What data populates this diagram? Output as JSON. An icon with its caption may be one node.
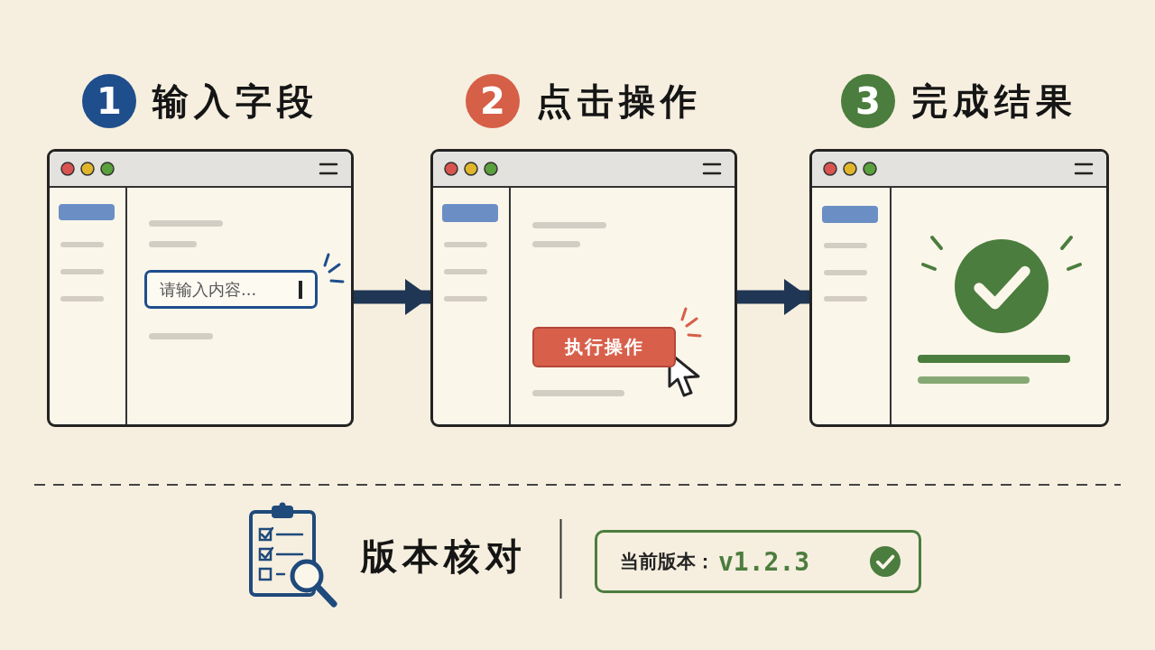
{
  "diagram": {
    "nodes": [
      {
        "text": [
          "1",
          "输入字段"
        ]
      },
      {
        "text": [
          "请输入内容..."
        ],
        "in": 0
      },
      {
        "text": [
          "2",
          "点击操作"
        ]
      },
      {
        "text": [
          "执行操作"
        ],
        "in": 2
      },
      {
        "text": [
          "3",
          "完成结果"
        ]
      },
      {
        "text": [
          "当前版本：",
          "v1.2.3"
        ]
      }
    ],
    "edges": [
      {
        "from": 0,
        "to": 2,
        "arrow": "to"
      },
      {
        "from": 2,
        "to": 4,
        "arrow": "to"
      }
    ],
    "labels": [
      "版本核对"
    ]
  }
}
